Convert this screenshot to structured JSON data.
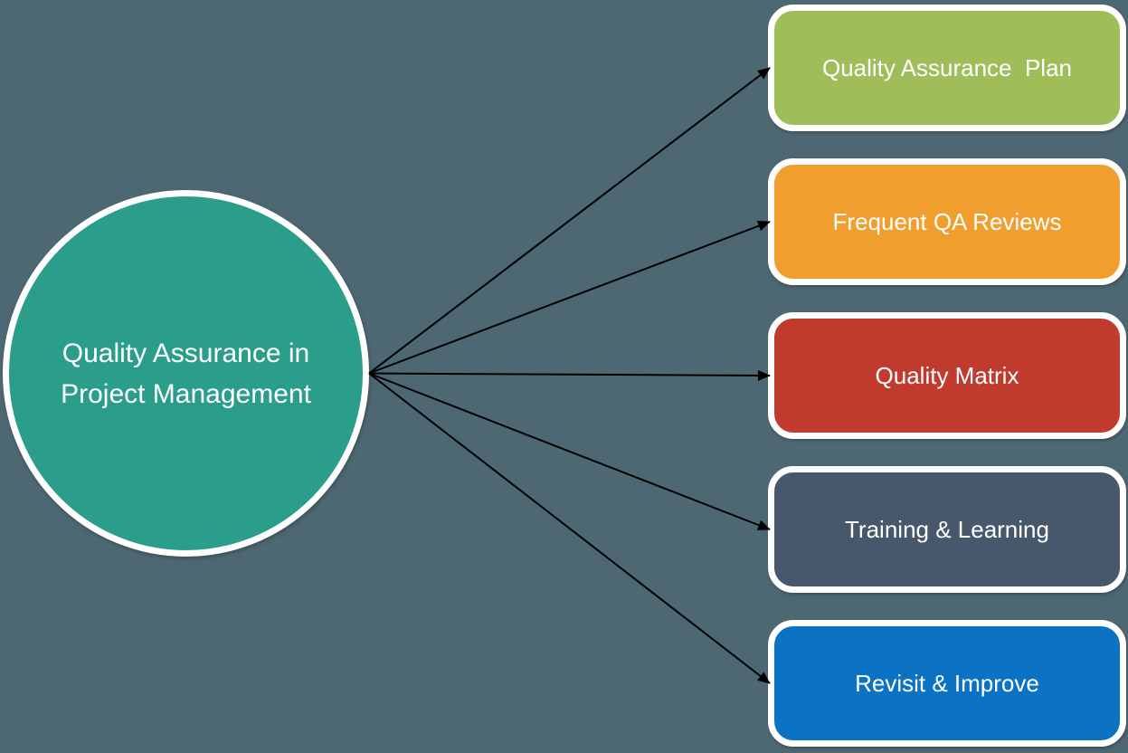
{
  "diagram": {
    "background_color": "#4e6873",
    "border_color": "#ffffff",
    "connector_color": "#000000",
    "center": {
      "label": "Quality Assurance in Project Management",
      "lines": [
        "Quality Assurance in",
        "Project Management"
      ],
      "color": "#2a9e8a",
      "text_color": "#ffffff"
    },
    "nodes": [
      {
        "id": "quality-assurance-plan",
        "label": "Quality Assurance  Plan",
        "color": "#9fbd58"
      },
      {
        "id": "frequent-qa-reviews",
        "label": "Frequent QA Reviews",
        "color": "#f09e2d"
      },
      {
        "id": "quality-matrix",
        "label": "Quality Matrix",
        "color": "#c03a2e"
      },
      {
        "id": "training-learning",
        "label": "Training & Learning",
        "color": "#47586c"
      },
      {
        "id": "revisit-improve",
        "label": "Revisit & Improve",
        "color": "#0b72c4"
      }
    ],
    "edges": [
      {
        "from": "center",
        "to": "quality-assurance-plan"
      },
      {
        "from": "center",
        "to": "frequent-qa-reviews"
      },
      {
        "from": "center",
        "to": "quality-matrix"
      },
      {
        "from": "center",
        "to": "training-learning"
      },
      {
        "from": "center",
        "to": "revisit-improve"
      }
    ]
  }
}
